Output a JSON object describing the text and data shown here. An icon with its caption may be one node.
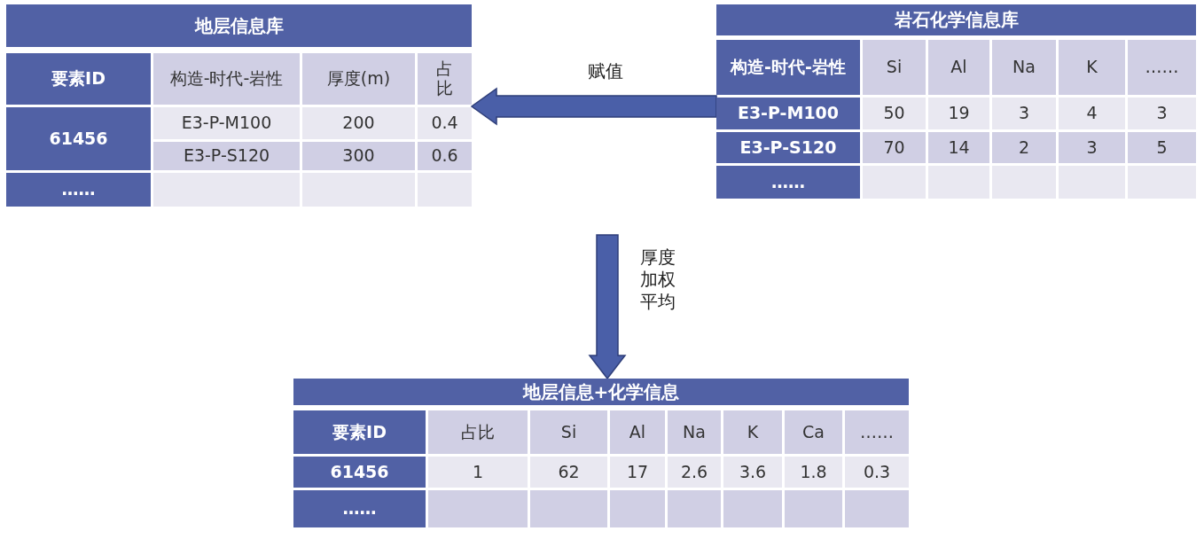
{
  "diagram": {
    "nodes": [
      {
        "text": [
          "地层信息库"
        ]
      },
      {
        "text": [
          "岩石化学信息库"
        ]
      },
      {
        "text": [
          "地层信息+化学信息"
        ]
      }
    ],
    "edges": [
      {
        "from": 1,
        "to": 0,
        "arrow": "to",
        "label": "赋值"
      },
      {
        "from": null,
        "to": 2,
        "arrow": "to",
        "label": "厚度加权平均"
      }
    ],
    "labels": [
      "要素ID",
      "构造-时代-岩性",
      "厚度(m)",
      "占比",
      "61456",
      "E3-P-M100",
      "200",
      "0.4",
      "E3-P-S120",
      "300",
      "0.6",
      "……",
      "构造-时代-岩性",
      "Si",
      "Al",
      "Na",
      "K",
      "……",
      "E3-P-M100",
      "50",
      "19",
      "3",
      "4",
      "3",
      "E3-P-S120",
      "70",
      "14",
      "2",
      "3",
      "5",
      "……",
      "要素ID",
      "占比",
      "Si",
      "Al",
      "Na",
      "K",
      "Ca",
      "……",
      "61456",
      "1",
      "62",
      "17",
      "2.6",
      "3.6",
      "1.8",
      "0.3",
      "……"
    ]
  }
}
